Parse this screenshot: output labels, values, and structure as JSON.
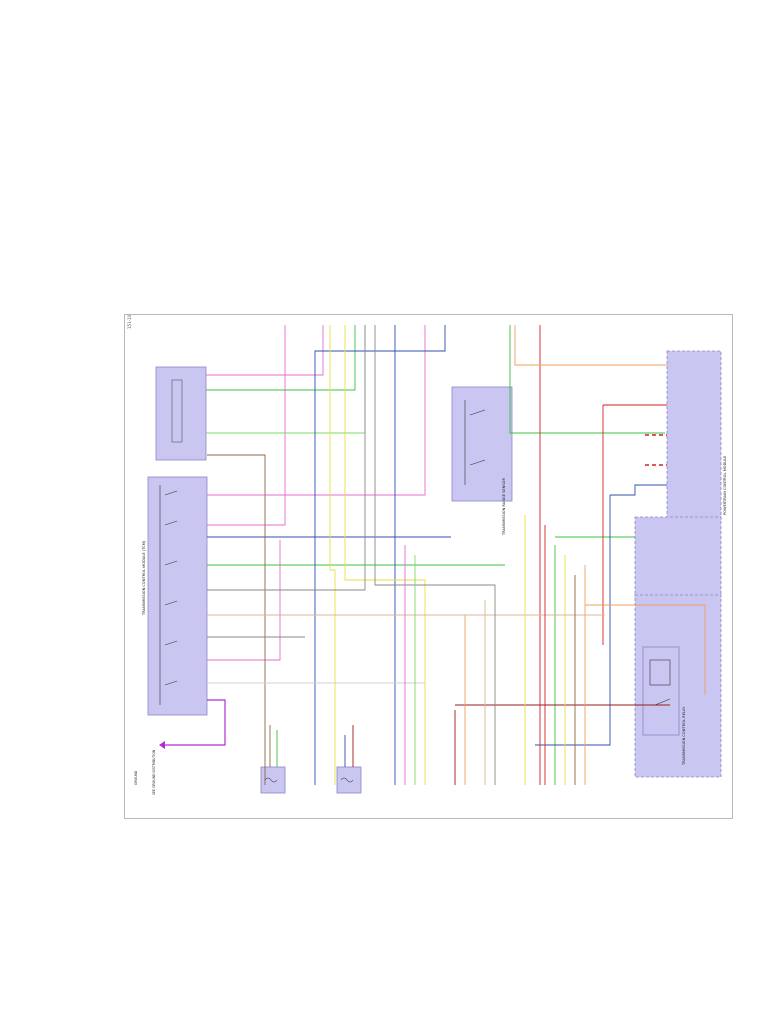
{
  "page": {
    "background": "#ffffff",
    "sheet_border": "#b8b8b8"
  },
  "diagram": {
    "orientation": "rotated-90-ccw",
    "page_ref": "151-10",
    "labels": {
      "transmission_control_module": "TRANSMISSION CONTROL MODULE (TCM)",
      "transmission_control_relay": "TRANSMISSION CONTROL RELAY",
      "transmission_range_sensor": "TRANSMISSION RANGE SENSOR",
      "powertrain_control_module": "POWERTRAIN CONTROL MODULE",
      "ground_note": "GROUND",
      "ref_note": "SEE GROUND DISTRIBUTION"
    },
    "module_fill": "#c9c6f2",
    "module_stroke": "#8a86c6",
    "wire_colors": {
      "pink": "#e86bd0",
      "green": "#3fbf3f",
      "light_green": "#7ed86b",
      "blue": "#2c4fb0",
      "red": "#d22222",
      "dark_red": "#9b1b1b",
      "orange": "#f0a060",
      "yellow": "#e6e040",
      "brown": "#8a6a40",
      "gray": "#888888",
      "violet": "#b02fd0",
      "tan": "#d8b890"
    }
  }
}
